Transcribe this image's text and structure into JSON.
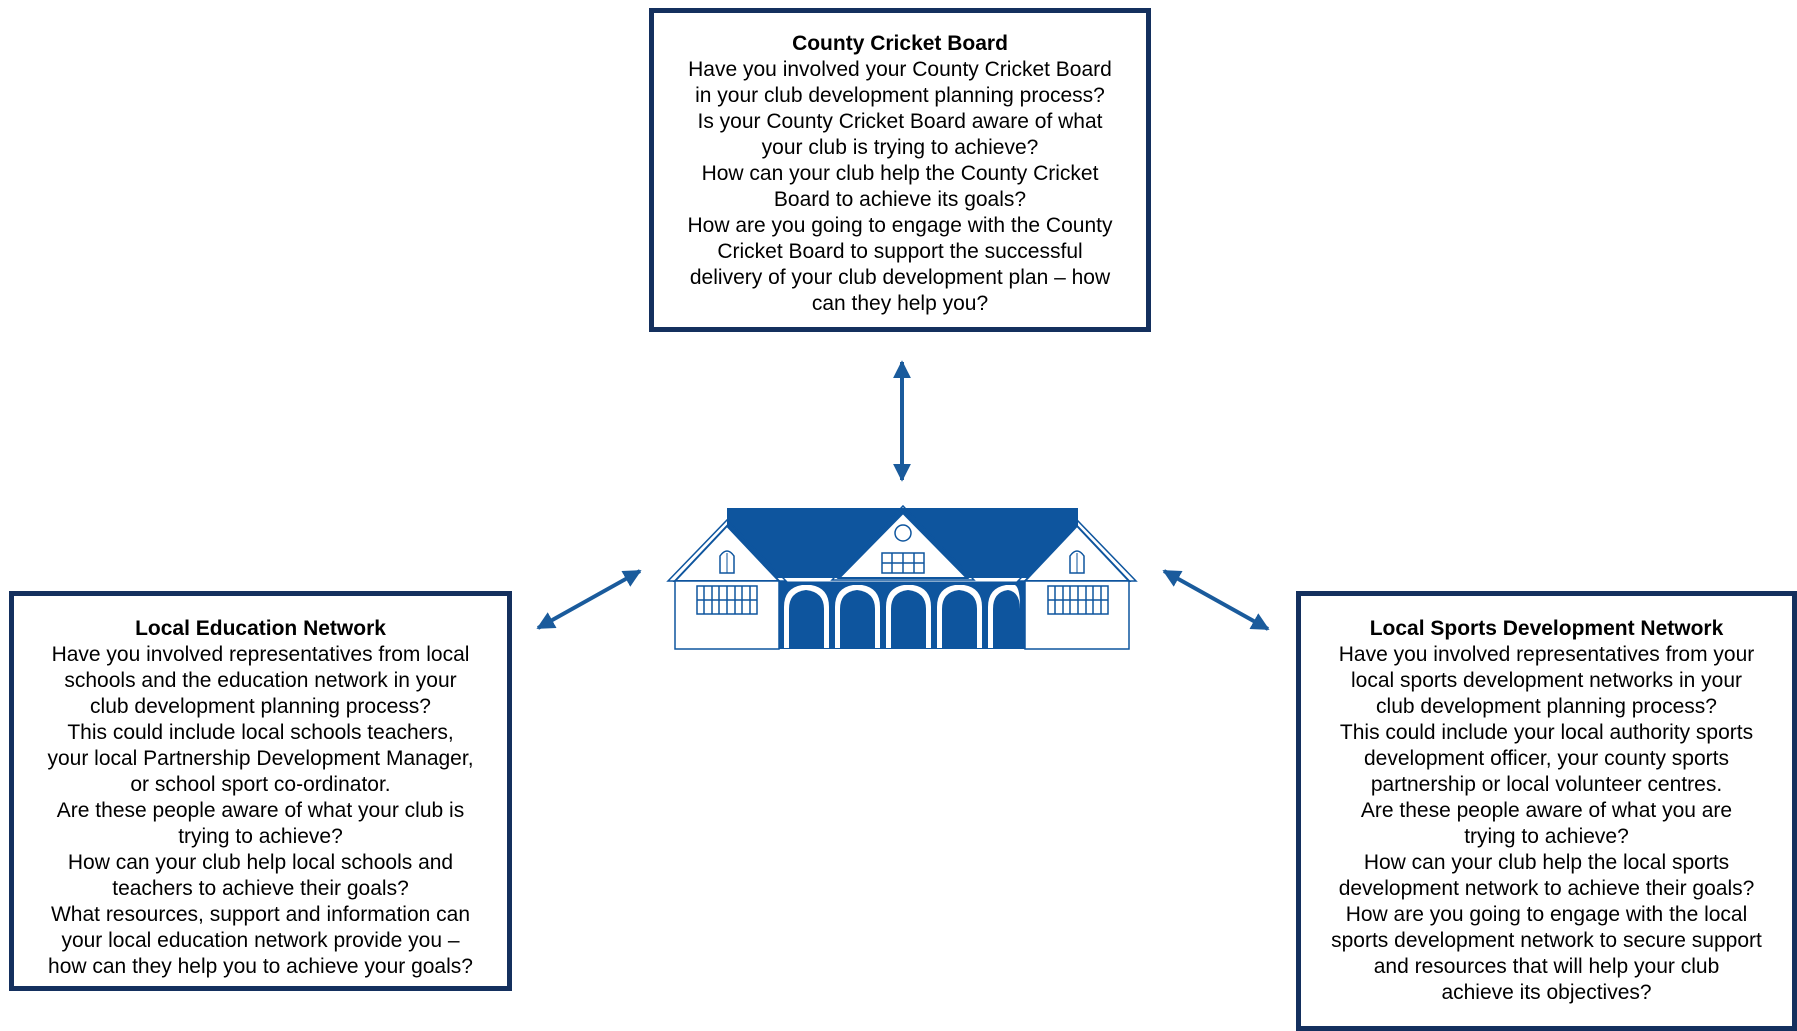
{
  "county_board": {
    "title": "County Cricket Board",
    "lines": [
      "Have you involved your County Cricket Board",
      "in your club development planning process?",
      "Is your County Cricket Board aware of what",
      "your club is trying to achieve?",
      "How can your club help the County Cricket",
      "Board to achieve its goals?",
      "How are you going to engage with the County",
      "Cricket Board to support the successful",
      "delivery of your club development plan – how",
      "can they help you?"
    ]
  },
  "education_network": {
    "title": "Local Education Network",
    "lines": [
      "Have you involved representatives from local",
      "schools and the education network in your",
      "club development planning process?",
      "This could include local schools teachers,",
      "your local Partnership Development Manager,",
      "or school sport co-ordinator.",
      "Are these people aware of what your club is",
      "trying to achieve?",
      "How can your club help local schools and",
      "teachers to achieve their goals?",
      "What resources, support and information can",
      "your local education network provide you –",
      "how can they help you to achieve your goals?"
    ]
  },
  "sports_network": {
    "title": "Local Sports Development Network",
    "lines": [
      "Have you involved representatives from your",
      "local sports development networks in your",
      "club development planning process?",
      "This could include your local authority sports",
      "development officer, your county sports",
      "partnership or local volunteer centres.",
      "Are these people aware of what you are",
      "trying to achieve?",
      "How can your club help the local sports",
      "development network to achieve their goals?",
      "How are you going to engage with the local",
      "sports development network to secure support",
      "and resources that will help your club",
      "achieve its objectives?"
    ]
  },
  "colors": {
    "box_border": "#14305e",
    "arrow": "#1a5b9c",
    "clubhouse": "#0e559e"
  },
  "icons": {
    "center": "clubhouse-icon",
    "arrows": "double-arrow-icon"
  }
}
